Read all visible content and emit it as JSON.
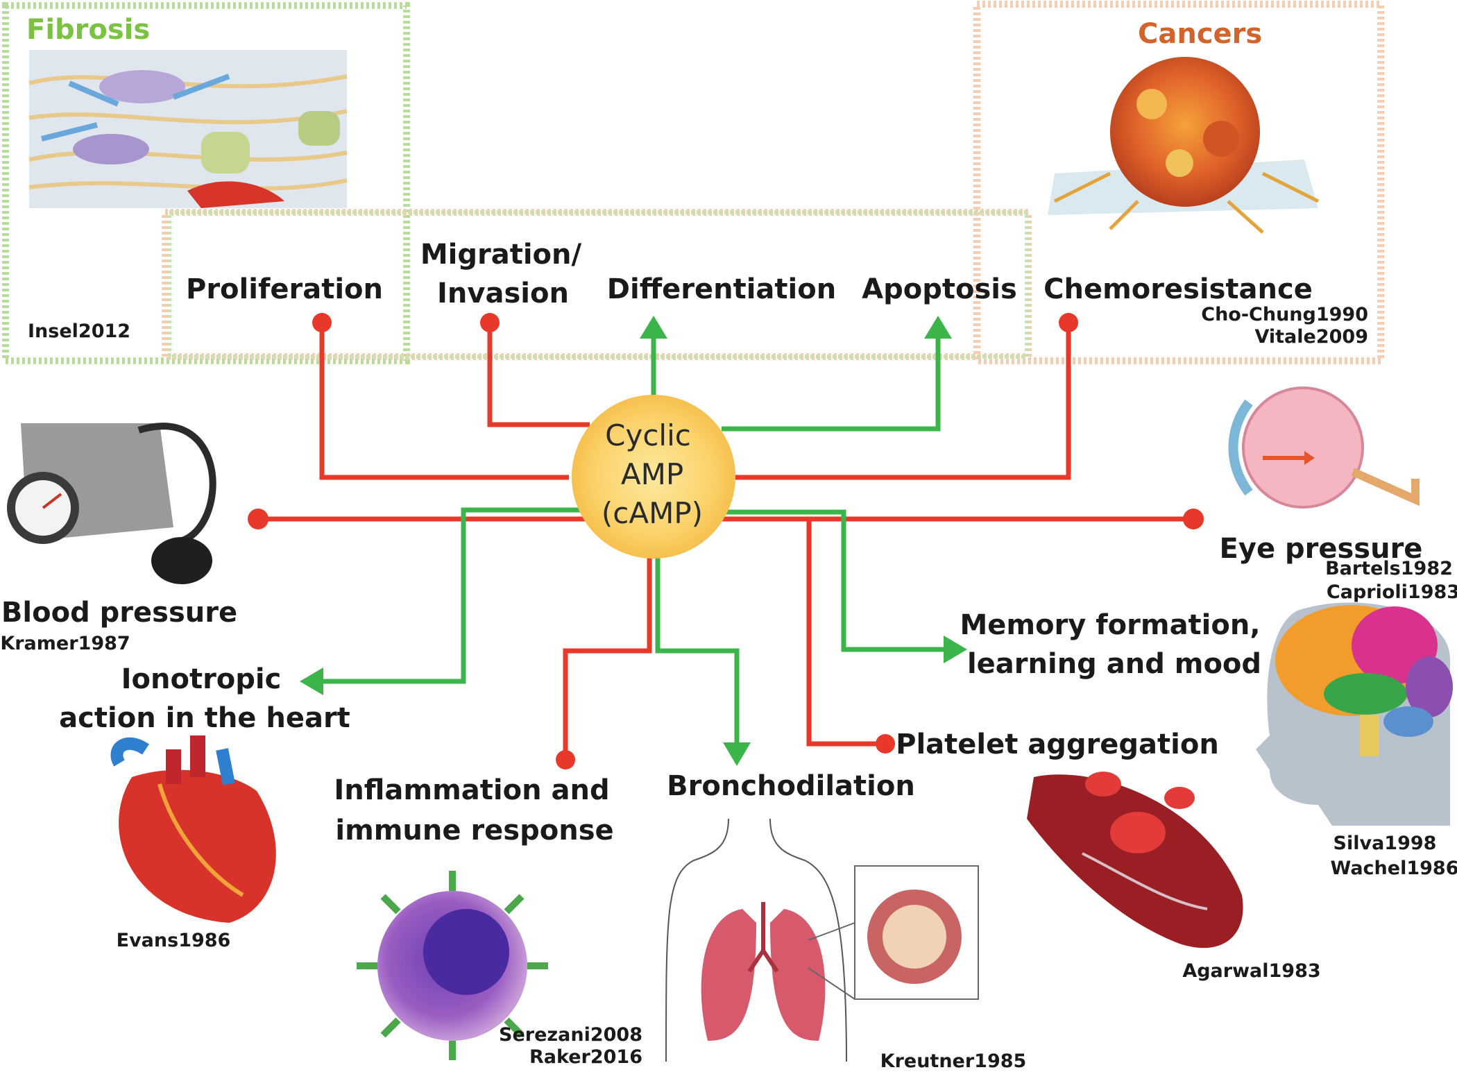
{
  "center": {
    "line1": "Cyclic",
    "line2": "AMP",
    "line3": "(cAMP)"
  },
  "groups": {
    "fibrosis": {
      "title": "Fibrosis",
      "ref": "Insel2012"
    },
    "cancers": {
      "title": "Cancers",
      "refs": [
        "Cho-Chung1990",
        "Vitale2009"
      ]
    }
  },
  "processes": {
    "proliferation": "Proliferation",
    "migration": [
      "Migration/",
      "Invasion"
    ],
    "differentiation": "Differentiation",
    "apoptosis": "Apoptosis",
    "chemoresistance": "Chemoresistance"
  },
  "effects": {
    "blood_pressure": {
      "label": "Blood pressure",
      "refs": [
        "Kramer1987"
      ]
    },
    "ionotropic": {
      "label": [
        "Ionotropic",
        "action in the heart"
      ],
      "refs": [
        "Evans1986"
      ]
    },
    "inflammation": {
      "label": [
        "Inflammation and",
        "immune response"
      ],
      "refs": [
        "Serezani2008",
        "Raker2016"
      ]
    },
    "bronchodilation": {
      "label": "Bronchodilation",
      "refs": [
        "Kreutner1985"
      ]
    },
    "platelet": {
      "label": "Platelet aggregation",
      "refs": [
        "Agarwal1983"
      ]
    },
    "memory": {
      "label": [
        "Memory formation,",
        "learning and mood"
      ],
      "refs": [
        "Silva1998",
        "Wachel1986"
      ]
    },
    "eye": {
      "label": "Eye pressure",
      "refs": [
        "Bartels1982",
        "Caprioli1983"
      ]
    }
  },
  "legend_colors": {
    "inhibition": "#e8382a",
    "activation": "#3bb54a",
    "center_fill": "#fbd36b"
  }
}
